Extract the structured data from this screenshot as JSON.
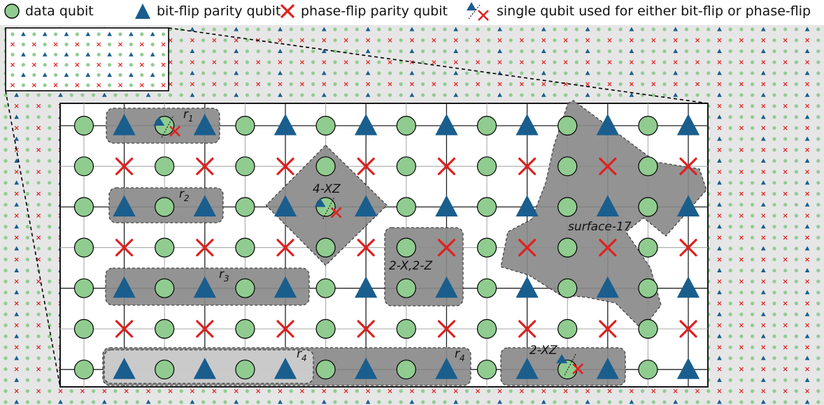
{
  "legend": {
    "data_qubit": "data qubit",
    "bit_flip": "bit-flip parity qubit",
    "phase_flip": "phase-flip parity qubit",
    "single_qubit": "single qubit used for either bit-flip or phase-flip"
  },
  "regions": {
    "r1": "r",
    "r1_sub": "1",
    "r2": "r",
    "r2_sub": "2",
    "r3": "r",
    "r3_sub": "3",
    "r4a": "r",
    "r4a_sub": "4",
    "r4b": "r",
    "r4b_sub": "4",
    "fourxz": "4-XZ",
    "twoxz_2z": "2-X,2-Z",
    "twoxz": "2-XZ",
    "surface17": "surface-17"
  },
  "colors": {
    "data": "#90cc90",
    "bitflip": "#1a5e8e",
    "phaseflip": "#e02020",
    "region_dark": "#8a8a8a",
    "region_light": "#cfcfcf",
    "background": "#e6e6e6"
  },
  "icons": {
    "data": "green-circle",
    "bitflip": "blue-triangle",
    "phaseflip": "red-cross"
  }
}
